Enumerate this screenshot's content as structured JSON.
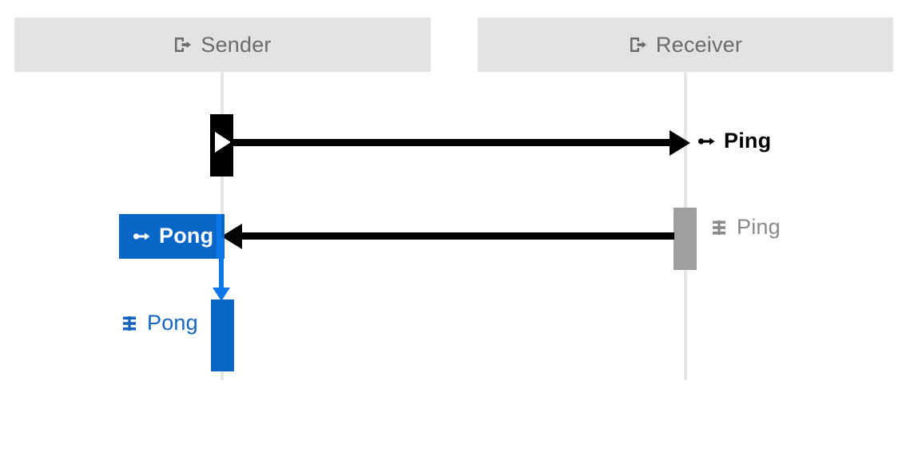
{
  "diagram": {
    "type": "sequence-diagram",
    "background_color": "#FFFFFF",
    "participants": [
      {
        "id": "sender",
        "label": "Sender",
        "icon": "participant-export-icon",
        "header_color": "#E3E3E3",
        "label_color": "#6B6B6B",
        "lifeline_color": "#E6E6E6"
      },
      {
        "id": "receiver",
        "label": "Receiver",
        "icon": "participant-export-icon",
        "header_color": "#E3E3E3",
        "label_color": "#6B6B6B",
        "lifeline_color": "#E6E6E6"
      }
    ],
    "activations": [
      {
        "id": "sender-send",
        "participant": "sender",
        "color": "#000000",
        "marker": "play-triangle"
      },
      {
        "id": "receiver-handle",
        "participant": "receiver",
        "color": "#9E9E9E",
        "marker": "none"
      },
      {
        "id": "sender-handle",
        "participant": "sender",
        "color": "#0866C6",
        "marker": "none"
      }
    ],
    "messages": [
      {
        "id": "ping",
        "name": "Ping",
        "from": "sender",
        "to": "receiver",
        "direction": "right",
        "line_color": "#000000",
        "label_color": "#000000",
        "label_style": "plain",
        "icon": "message-sent-icon"
      },
      {
        "id": "pong",
        "name": "Pong",
        "from": "receiver",
        "to": "sender",
        "direction": "left",
        "line_color": "#000000",
        "label_color": "#FFFFFF",
        "label_style": "badge",
        "badge_color": "#0866C6",
        "icon": "message-sent-icon"
      }
    ],
    "handlers": [
      {
        "id": "ping-handler",
        "name": "Ping",
        "participant": "receiver",
        "label_color": "#8A8A8A",
        "icon": "handler-stack-icon"
      },
      {
        "id": "pong-handler",
        "name": "Pong",
        "participant": "sender",
        "label_color": "#1464C0",
        "icon": "handler-stack-icon"
      }
    ],
    "return_arrow": {
      "id": "pong-return",
      "participant": "sender",
      "color": "#0C77E8",
      "direction": "down"
    },
    "colors": {
      "accent_blue": "#0866C6",
      "arrow_blue": "#0C77E8",
      "handler_gray": "#9E9E9E",
      "header_gray": "#E3E3E3",
      "lifeline_gray": "#E6E6E6",
      "text_gray": "#6B6B6B",
      "black": "#000000"
    }
  }
}
